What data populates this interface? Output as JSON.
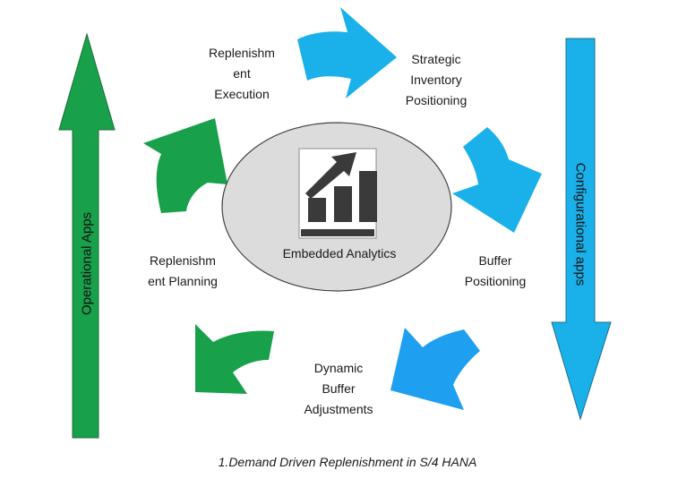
{
  "colors": {
    "green": "#18a04a",
    "blue": "#1ab1ea",
    "blue_dark": "#1e9ff0",
    "ellipse_fill": "#dcdcdc",
    "chart_icon": "#3a3a3a"
  },
  "side_arrows": {
    "left": {
      "label": "Operational Apps",
      "direction": "up"
    },
    "right": {
      "label": "Configurational apps",
      "direction": "down"
    }
  },
  "center": {
    "label": "Embedded Analytics",
    "icon": "bar-chart-trend-icon"
  },
  "cycle": {
    "replenishment_execution": [
      "Replenishm",
      "ent",
      "Execution"
    ],
    "strategic_inventory_positioning": [
      "Strategic",
      "Inventory",
      "Positioning"
    ],
    "buffer_positioning": [
      "Buffer",
      "Positioning"
    ],
    "dynamic_buffer_adjustments": [
      "Dynamic",
      "Buffer",
      "Adjustments"
    ],
    "replenishment_planning": [
      "Replenishm",
      "ent Planning"
    ]
  },
  "caption": "1.Demand Driven Replenishment in S/4 HANA"
}
